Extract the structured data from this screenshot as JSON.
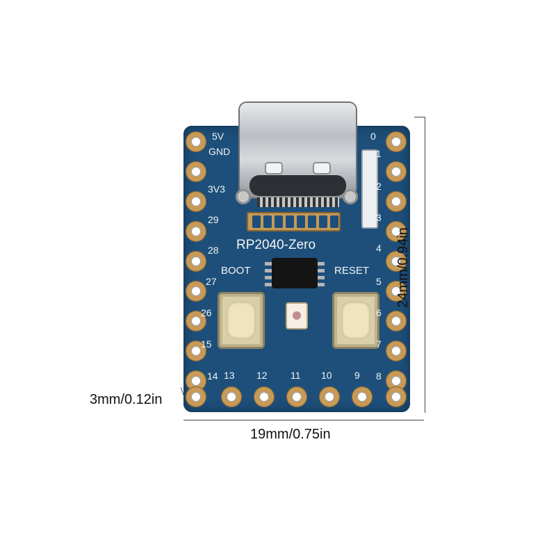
{
  "board": {
    "name": "RP2040-Zero",
    "buttons": {
      "boot": "BOOT",
      "reset": "RESET"
    },
    "left_pins": [
      "5V",
      "GND",
      "3V3",
      "29",
      "28",
      "27",
      "26",
      "15",
      "14"
    ],
    "right_pins": [
      "0",
      "1",
      "2",
      "3",
      "4",
      "5",
      "6",
      "7",
      "8"
    ],
    "bottom_pins": [
      "13",
      "12",
      "11",
      "10",
      "9"
    ]
  },
  "dimensions": {
    "width": "19mm/0.75in",
    "height": "24mm/0.94in",
    "pin_pitch": "3mm/0.12in"
  },
  "colors": {
    "pcb": "#1d4f7a",
    "pad": "#c79a57",
    "silkscreen": "#f4f4f4"
  }
}
